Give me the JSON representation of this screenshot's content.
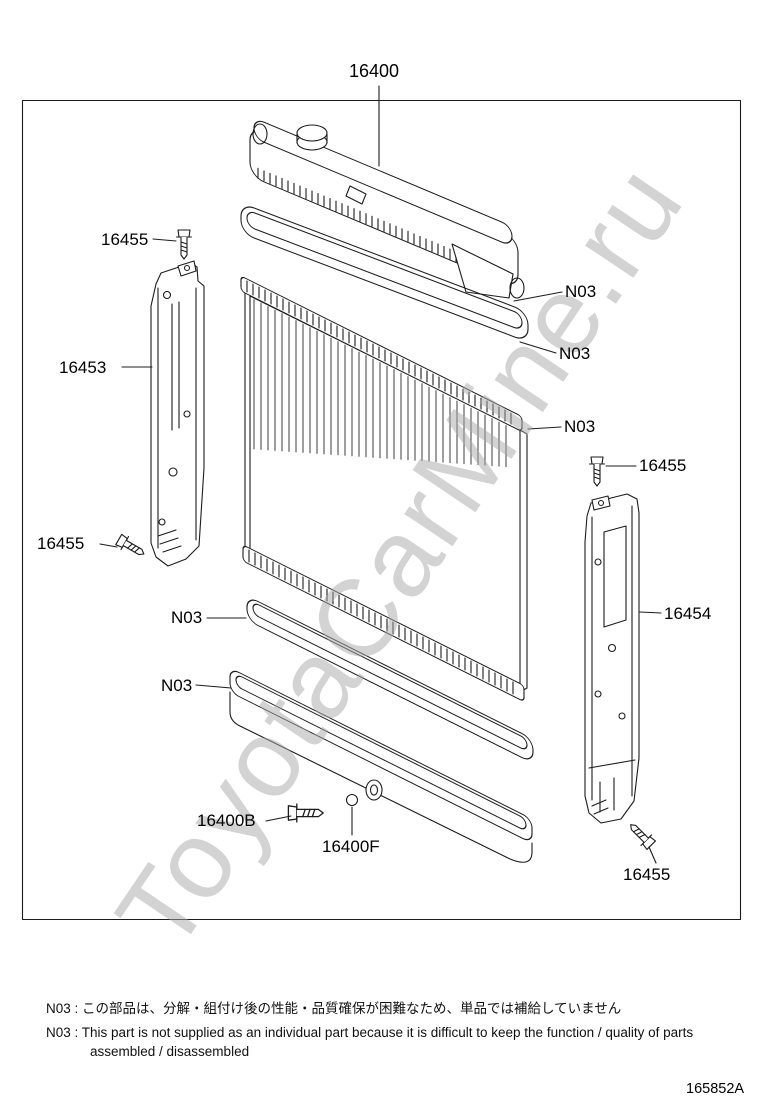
{
  "doc": {
    "code": "165852A",
    "watermark": "ToyotaCarMine.ru"
  },
  "labels": {
    "assembly": "16400",
    "bolt_upper_left": "16455",
    "bracket_left": "16453",
    "bolt_lower_left": "16455",
    "gasket_upper": "N03",
    "plate_upper": "N03",
    "core": "N03",
    "bolt_upper_right": "16455",
    "bracket_right": "16454",
    "gasket_lower": "N03",
    "tank_lower": "N03",
    "drain_plug": "16400B",
    "o_ring": "16400F",
    "bolt_lower_right": "16455"
  },
  "notes": {
    "jp_prefix": "N03 :",
    "jp_text": "この部品は、分解・組付け後の性能・品質確保が困難なため、単品では補給していません",
    "en_prefix": "N03 :",
    "en_text": "This part is not supplied as an individual part because it is difficult to keep the function / quality of parts assembled / disassembled"
  }
}
